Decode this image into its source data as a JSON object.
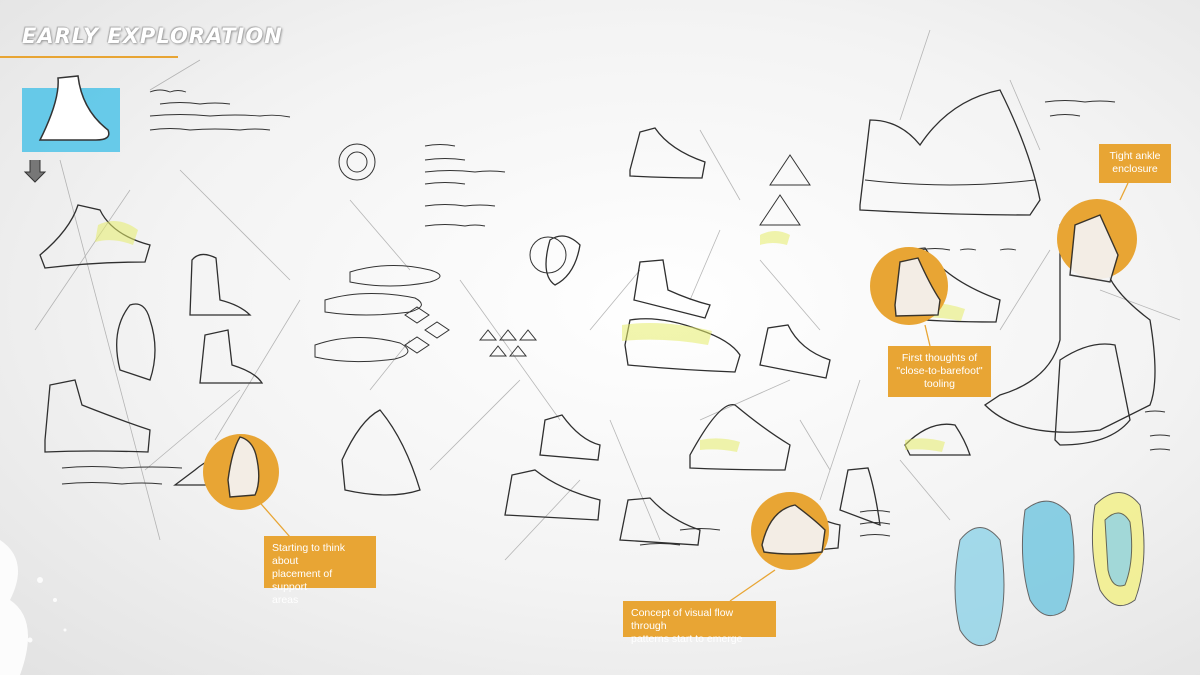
{
  "page": {
    "title": "EARLY EXPLORATION"
  },
  "callouts": {
    "ankle": "Tight ankle\nenclosure",
    "barefoot": "First thoughts of\n\"close-to-barefoot\"\ntooling",
    "support": "Starting to think about\nplacement of support\nareas",
    "flow": "Concept of visual flow through\npatterns start to emerge"
  },
  "colors": {
    "accent": "#e8a534",
    "sketch_ink": "#3a3a3a",
    "marker_blue": "#4fc3e8",
    "marker_yellow": "#e6ec6a"
  }
}
